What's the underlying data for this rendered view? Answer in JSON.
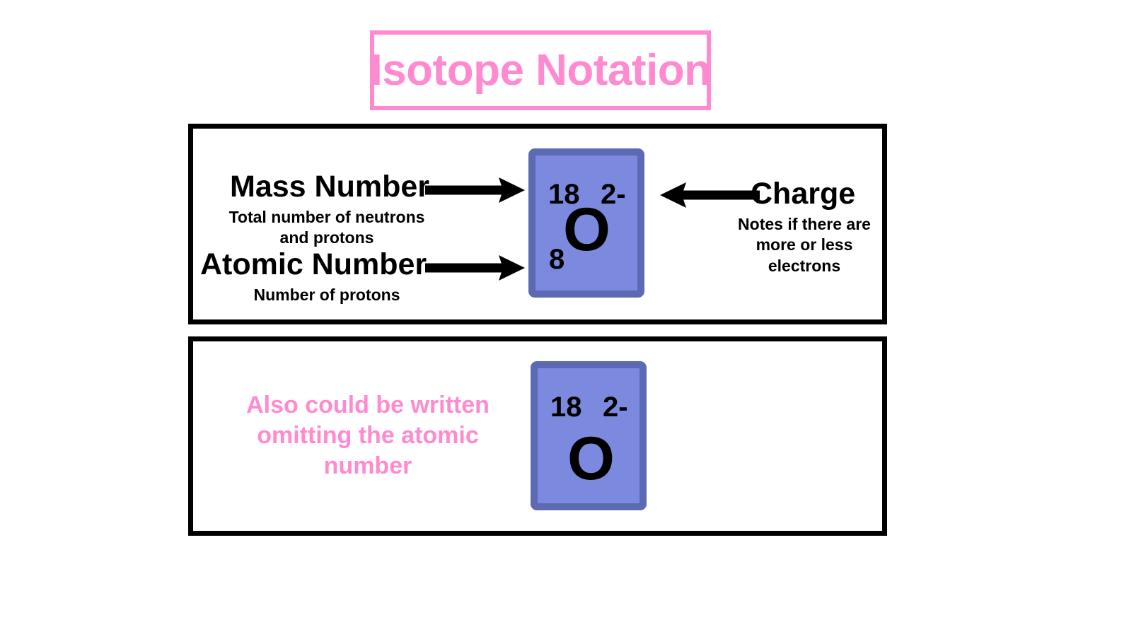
{
  "title": {
    "text": "Isotope Notation",
    "color": "#ff8ad0",
    "border_color": "#ff8ad0"
  },
  "colors": {
    "pink": "#ff8ad0",
    "tile_outer_blue": "#5b6ab2",
    "tile_inner_blue": "#7b8ade",
    "panel_border": "#000000",
    "text": "#000000",
    "background": "#ffffff"
  },
  "panels": {
    "top": {
      "labels": {
        "mass_number": {
          "heading": "Mass Number",
          "subtitle": "Total number of neutrons and protons"
        },
        "atomic_number": {
          "heading": "Atomic Number",
          "subtitle": "Number of  protons"
        },
        "charge": {
          "heading": "Charge",
          "subtitle": "Notes if there are more or less electrons"
        }
      },
      "arrows": {
        "mass_arrow": "arrow-right",
        "atomic_arrow": "arrow-right",
        "charge_arrow": "arrow-left"
      },
      "tile": {
        "mass_number": "18",
        "charge": "2-",
        "symbol": "O",
        "atomic_number": "8"
      }
    },
    "bottom": {
      "note": "Also could be written omitting the atomic number",
      "tile": {
        "mass_number": "18",
        "charge": "2-",
        "symbol": "O"
      }
    }
  }
}
